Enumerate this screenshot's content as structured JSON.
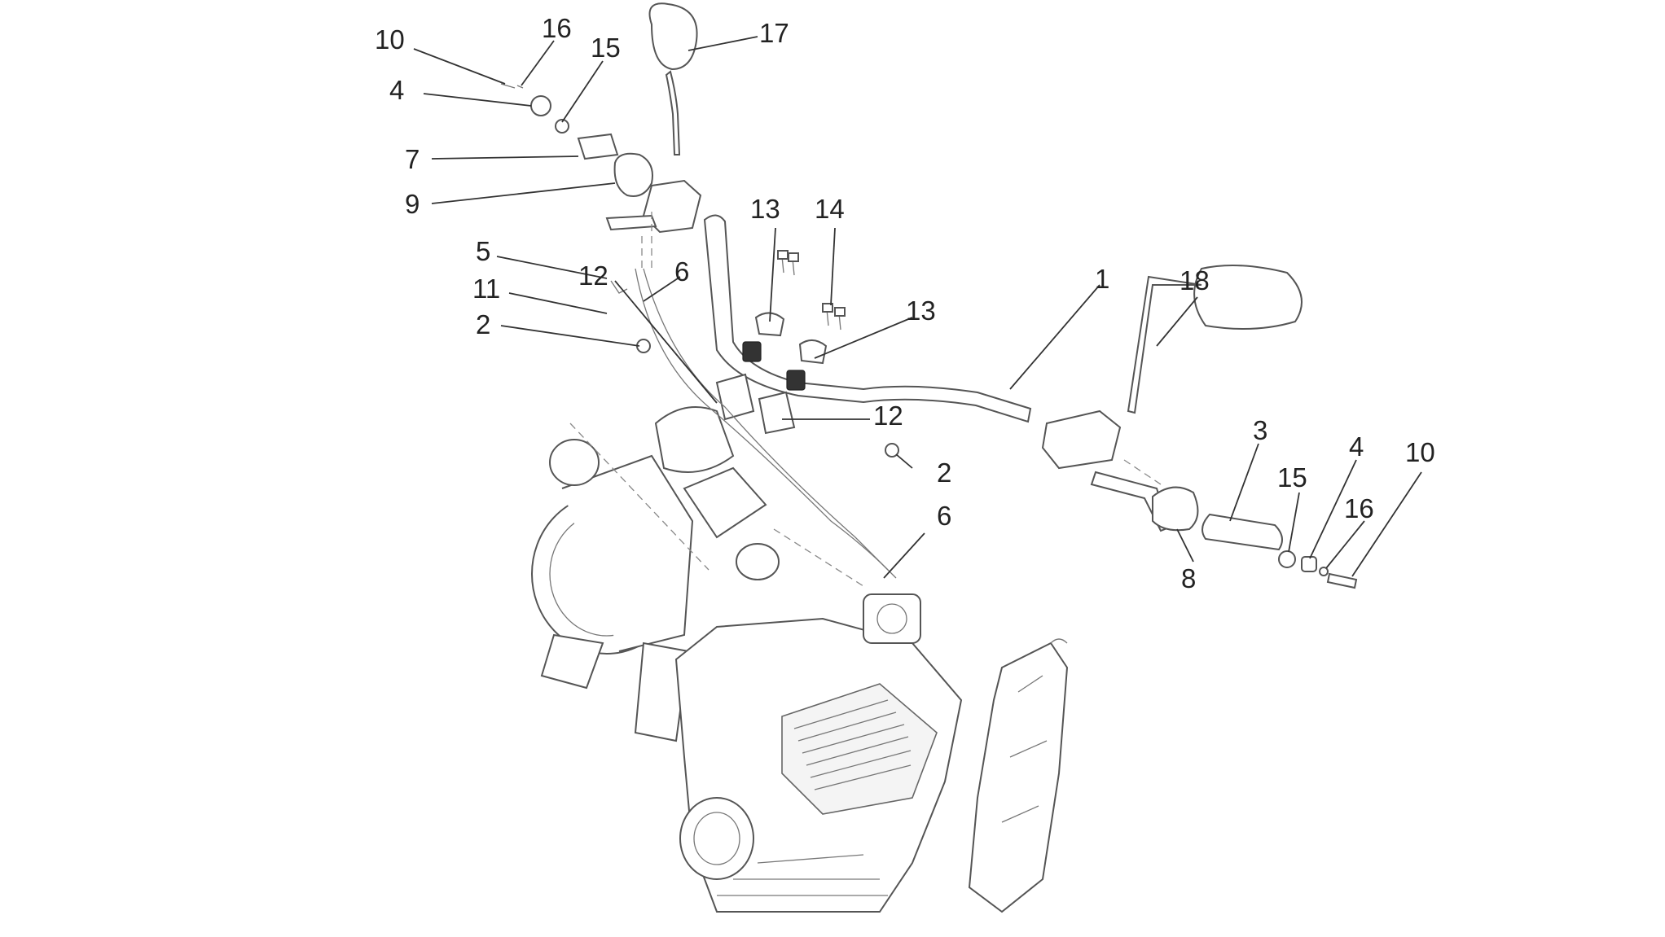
{
  "callouts": [
    {
      "id": "c01",
      "text": "10"
    },
    {
      "id": "c02",
      "text": "16"
    },
    {
      "id": "c03",
      "text": "15"
    },
    {
      "id": "c04",
      "text": "17"
    },
    {
      "id": "c05",
      "text": "4"
    },
    {
      "id": "c06",
      "text": "7"
    },
    {
      "id": "c07",
      "text": "9"
    },
    {
      "id": "c08",
      "text": "13"
    },
    {
      "id": "c09",
      "text": "14"
    },
    {
      "id": "c10",
      "text": "5"
    },
    {
      "id": "c11",
      "text": "6"
    },
    {
      "id": "c12",
      "text": "1"
    },
    {
      "id": "c13",
      "text": "18"
    },
    {
      "id": "c14",
      "text": "11"
    },
    {
      "id": "c15",
      "text": "13"
    },
    {
      "id": "c16",
      "text": "2"
    },
    {
      "id": "c17",
      "text": "12"
    },
    {
      "id": "c18",
      "text": "12"
    },
    {
      "id": "c19",
      "text": "3"
    },
    {
      "id": "c20",
      "text": "4"
    },
    {
      "id": "c21",
      "text": "10"
    },
    {
      "id": "c22",
      "text": "15"
    },
    {
      "id": "c23",
      "text": "2"
    },
    {
      "id": "c24",
      "text": "16"
    },
    {
      "id": "c25",
      "text": "6"
    },
    {
      "id": "c26",
      "text": "8"
    }
  ]
}
